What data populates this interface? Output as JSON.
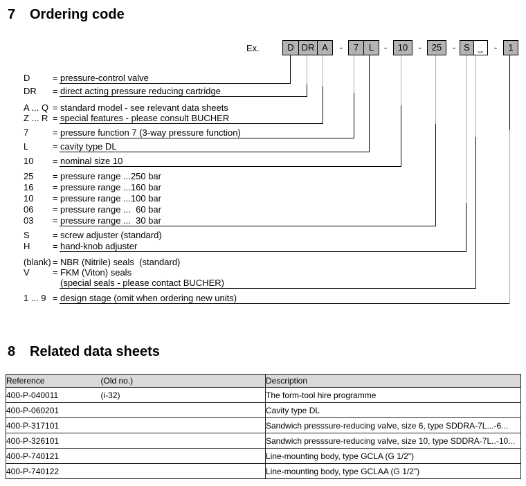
{
  "colors": {
    "box_fill": "#b3b3b3",
    "blank_box_fill": "#ffffff",
    "table_header_bg": "#d9d9d9",
    "line_gray": "#a9a9a9"
  },
  "section_ordering": {
    "number": "7",
    "title": "Ordering code"
  },
  "example": {
    "label": "Ex.",
    "separator": "-",
    "boxes": [
      {
        "label": "D"
      },
      {
        "label": "DR"
      },
      {
        "label": "A"
      },
      {
        "label": "7"
      },
      {
        "label": "L"
      },
      {
        "label": "10"
      },
      {
        "label": "25"
      },
      {
        "label": "S"
      },
      {
        "label": "_"
      },
      {
        "label": "1"
      }
    ]
  },
  "ordering_code": {
    "entries": [
      {
        "term": "D",
        "eq": "=",
        "desc": "pressure-control valve"
      },
      {
        "term": "DR",
        "eq": "=",
        "desc": "direct acting pressure reducing cartridge"
      },
      {
        "term": "A ... Q",
        "eq": "=",
        "desc": "standard model - see relevant data sheets"
      },
      {
        "term": "Z ... R",
        "eq": "=",
        "desc": "special features - please consult BUCHER"
      },
      {
        "term": "7",
        "eq": "=",
        "desc": "pressure function 7 (3-way pressure function)"
      },
      {
        "term": "L",
        "eq": "=",
        "desc": "cavity type DL"
      },
      {
        "term": "10",
        "eq": "=",
        "desc": "nominal size 10"
      },
      {
        "term": "25",
        "eq": "=",
        "desc": "pressure range ...250 bar"
      },
      {
        "term": "16",
        "eq": "=",
        "desc": "pressure range ...160 bar"
      },
      {
        "term": "10",
        "eq": "=",
        "desc": "pressure range ...100 bar"
      },
      {
        "term": "06",
        "eq": "=",
        "desc": "pressure range ...  60 bar"
      },
      {
        "term": "03",
        "eq": "=",
        "desc": "pressure range ...  30 bar"
      },
      {
        "term": "S",
        "eq": "=",
        "desc": "screw adjuster (standard)"
      },
      {
        "term": "H",
        "eq": "=",
        "desc": "hand-knob adjuster"
      },
      {
        "term": "(blank)",
        "eq": "=",
        "desc": "NBR (Nitrile) seals  (standard)"
      },
      {
        "term": "V",
        "eq": "=",
        "desc": "FKM (Viton) seals"
      },
      {
        "term": "",
        "eq": "",
        "desc": "(special seals - please contact BUCHER)"
      },
      {
        "term": "1 ... 9",
        "eq": "=",
        "desc": "design stage (omit when ordering new units)"
      }
    ]
  },
  "section_related": {
    "number": "8",
    "title": "Related data sheets"
  },
  "datasheets_table": {
    "headers": [
      "Reference",
      "(Old no.)",
      "Description"
    ],
    "rows": [
      [
        "400-P-040011",
        "(i-32)",
        "The form-tool hire programme"
      ],
      [
        "400-P-060201",
        "",
        "Cavity type DL"
      ],
      [
        "400-P-317101",
        "",
        "Sandwich presssure-reducing valve, size 6, type SDDRA-7L...-6..."
      ],
      [
        "400-P-326101",
        "",
        "Sandwich presssure-reducing valve, size 10, type SDDRA-7L..-10..."
      ],
      [
        "400-P-740121",
        "",
        "Line-mounting body, type GCLA (G 1/2\")"
      ],
      [
        "400-P-740122",
        "",
        "Line-mounting body, type GCLAA (G 1/2\")"
      ]
    ]
  }
}
